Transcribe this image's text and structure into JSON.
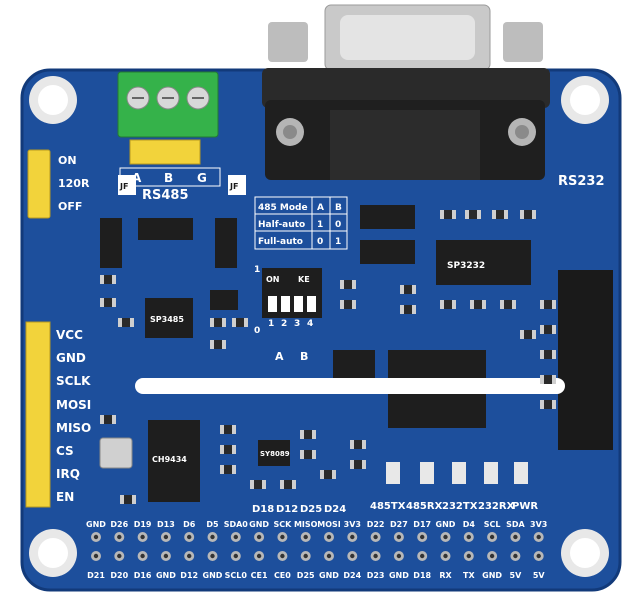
{
  "board": {
    "title": "RS232",
    "rs485": "RS485",
    "terminals": [
      "A",
      "B",
      "G"
    ],
    "jumper_labels": [
      "ON",
      "120R",
      "OFF"
    ],
    "jf_label": "JF",
    "jf_label2": "JF",
    "mode_table": {
      "header": [
        "485 Mode",
        "A",
        "B"
      ],
      "rows": [
        [
          "Half-auto",
          "1",
          "0"
        ],
        [
          "Full-auto",
          "0",
          "1"
        ]
      ]
    },
    "dip": {
      "on": "ON",
      "ke": "KE",
      "one": "1",
      "zero": "0",
      "nums": [
        "1",
        "2",
        "3",
        "4"
      ],
      "bottom": [
        "A",
        "B"
      ]
    },
    "spi_labels": [
      "VCC",
      "GND",
      "SCLK",
      "MOSI",
      "MISO",
      "CS",
      "IRQ",
      "EN"
    ],
    "led_labels": [
      "485TX",
      "485RX",
      "232TX",
      "232RX",
      "PWR"
    ],
    "gpio_labels": [
      "D18",
      "D12",
      "D25",
      "D24"
    ],
    "header_top": [
      "GND",
      "D26",
      "D19",
      "D13",
      "D6",
      "D5",
      "SDA0",
      "GND",
      "SCK",
      "MISO",
      "MOSI",
      "3V3",
      "D22",
      "D27",
      "D17",
      "GND",
      "D4",
      "SCL",
      "SDA",
      "3V3"
    ],
    "header_bottom": [
      "D21",
      "D20",
      "D16",
      "GND",
      "D12",
      "GND",
      "SCL0",
      "CE1",
      "CE0",
      "D25",
      "GND",
      "D24",
      "D23",
      "GND",
      "D18",
      "RX",
      "TX",
      "GND",
      "5V",
      "5V"
    ],
    "chip_texts": [
      "SP3485",
      "SP3232",
      "CH9434",
      "SY8089"
    ]
  },
  "colors": {
    "pcb": "#1d4f9c",
    "pcb_edge": "#123a7a",
    "terminal_green": "#35b24a",
    "header_yellow": "#f2d33b",
    "chip": "#1e1e1e",
    "silver": "#c8c8c8"
  }
}
